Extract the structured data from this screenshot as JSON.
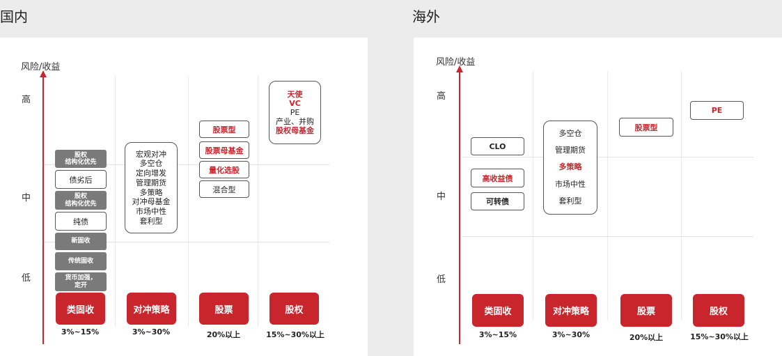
{
  "domestic": {
    "title": "国内",
    "axis_title": "风险/收益",
    "levels": [
      "高",
      "中",
      "低"
    ],
    "categories": [
      "类固收",
      "对冲策略",
      "股票",
      "股权"
    ],
    "returns": [
      "3%~15%",
      "3%~30%",
      "20%以上",
      "15%~30%以上"
    ],
    "fixed_income": [
      {
        "lines": [
          "股权",
          "结构化优先"
        ],
        "style": "gray"
      },
      {
        "lines": [
          "债劣后"
        ],
        "style": "outline"
      },
      {
        "lines": [
          "股权",
          "结构化优先"
        ],
        "style": "gray"
      },
      {
        "lines": [
          "纯债"
        ],
        "style": "outline"
      },
      {
        "lines": [
          "新固收"
        ],
        "style": "gray"
      },
      {
        "lines": [
          "传统固收"
        ],
        "style": "gray"
      },
      {
        "lines": [
          "货币加强，",
          "定开"
        ],
        "style": "gray"
      }
    ],
    "hedge": [
      "宏观对冲",
      "多空仓",
      "定向增发",
      "管理期货",
      "多策略",
      "对冲母基金",
      "市场中性",
      "套利型"
    ],
    "stocks": [
      {
        "text": "股票型",
        "style": "red"
      },
      {
        "text": "股票母基金",
        "style": "red"
      },
      {
        "text": "量化选股",
        "style": "red"
      },
      {
        "text": "混合型",
        "style": "plain"
      }
    ],
    "equity": [
      {
        "text": "天使",
        "style": "red"
      },
      {
        "text": "VC",
        "style": "red"
      },
      {
        "text": "PE",
        "style": "plain"
      },
      {
        "text": "产业、并购",
        "style": "plain"
      },
      {
        "text": "股权母基金",
        "style": "red"
      }
    ]
  },
  "overseas": {
    "title": "海外",
    "axis_title": "风险/收益",
    "levels": [
      "高",
      "中",
      "低"
    ],
    "categories": [
      "类固收",
      "对冲策略",
      "股票",
      "股权"
    ],
    "returns": [
      "3%~15%",
      "3%~30%",
      "20%以上",
      "15%~30%以上"
    ],
    "fixed_income": [
      {
        "text": "CLO",
        "style": "bold"
      },
      {
        "text": "高收益债",
        "style": "red"
      },
      {
        "text": "可转债",
        "style": "bold"
      }
    ],
    "hedge": [
      {
        "text": "多空仓",
        "style": "plain"
      },
      {
        "text": "管理期货",
        "style": "plain"
      },
      {
        "text": "多策略",
        "style": "red"
      },
      {
        "text": "市场中性",
        "style": "plain"
      },
      {
        "text": "套利型",
        "style": "plain"
      }
    ],
    "stocks": [
      {
        "text": "股票型",
        "style": "red"
      }
    ],
    "equity": [
      {
        "text": "PE",
        "style": "red"
      }
    ]
  },
  "colors": {
    "accent": "#c8252c",
    "gray_box": "#7a7a7a"
  }
}
